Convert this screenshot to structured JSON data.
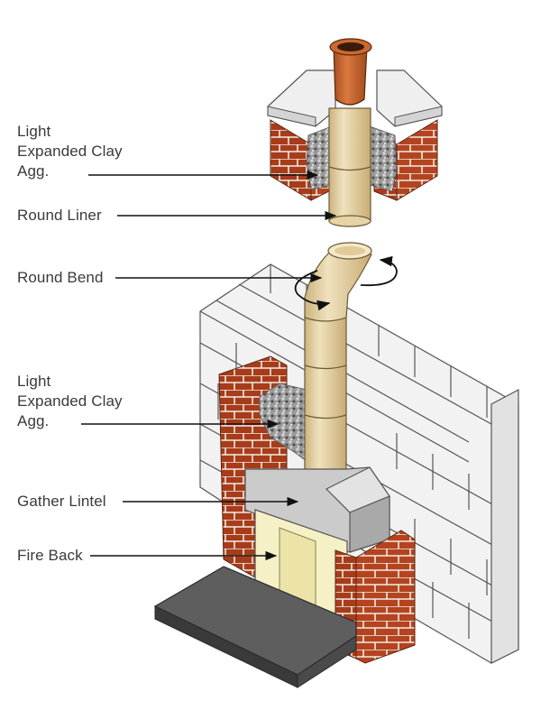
{
  "labels": {
    "top_aggregate": {
      "line1": "Light",
      "line2": "Expanded Clay",
      "line3": "Agg."
    },
    "round_liner": "Round Liner",
    "round_bend": "Round Bend",
    "lower_aggregate": {
      "line1": "Light",
      "line2": "Expanded Clay",
      "line3": "Agg."
    },
    "gather_lintel": "Gather Lintel",
    "fire_back": "Fire Back"
  },
  "colors": {
    "brick": "#b4441f",
    "mortar": "#f3ece4",
    "block": "#f2f2f2",
    "block_outline": "#555555",
    "liner": "#e3cfa2",
    "clay_pot": "#c5662f",
    "aggregate": "#8e8e8e",
    "lintel": "#c9c9c9",
    "fire_back": "#f5f0c6",
    "hearth": "#5a5a5a",
    "cap_stone": "#e8e8e8"
  }
}
